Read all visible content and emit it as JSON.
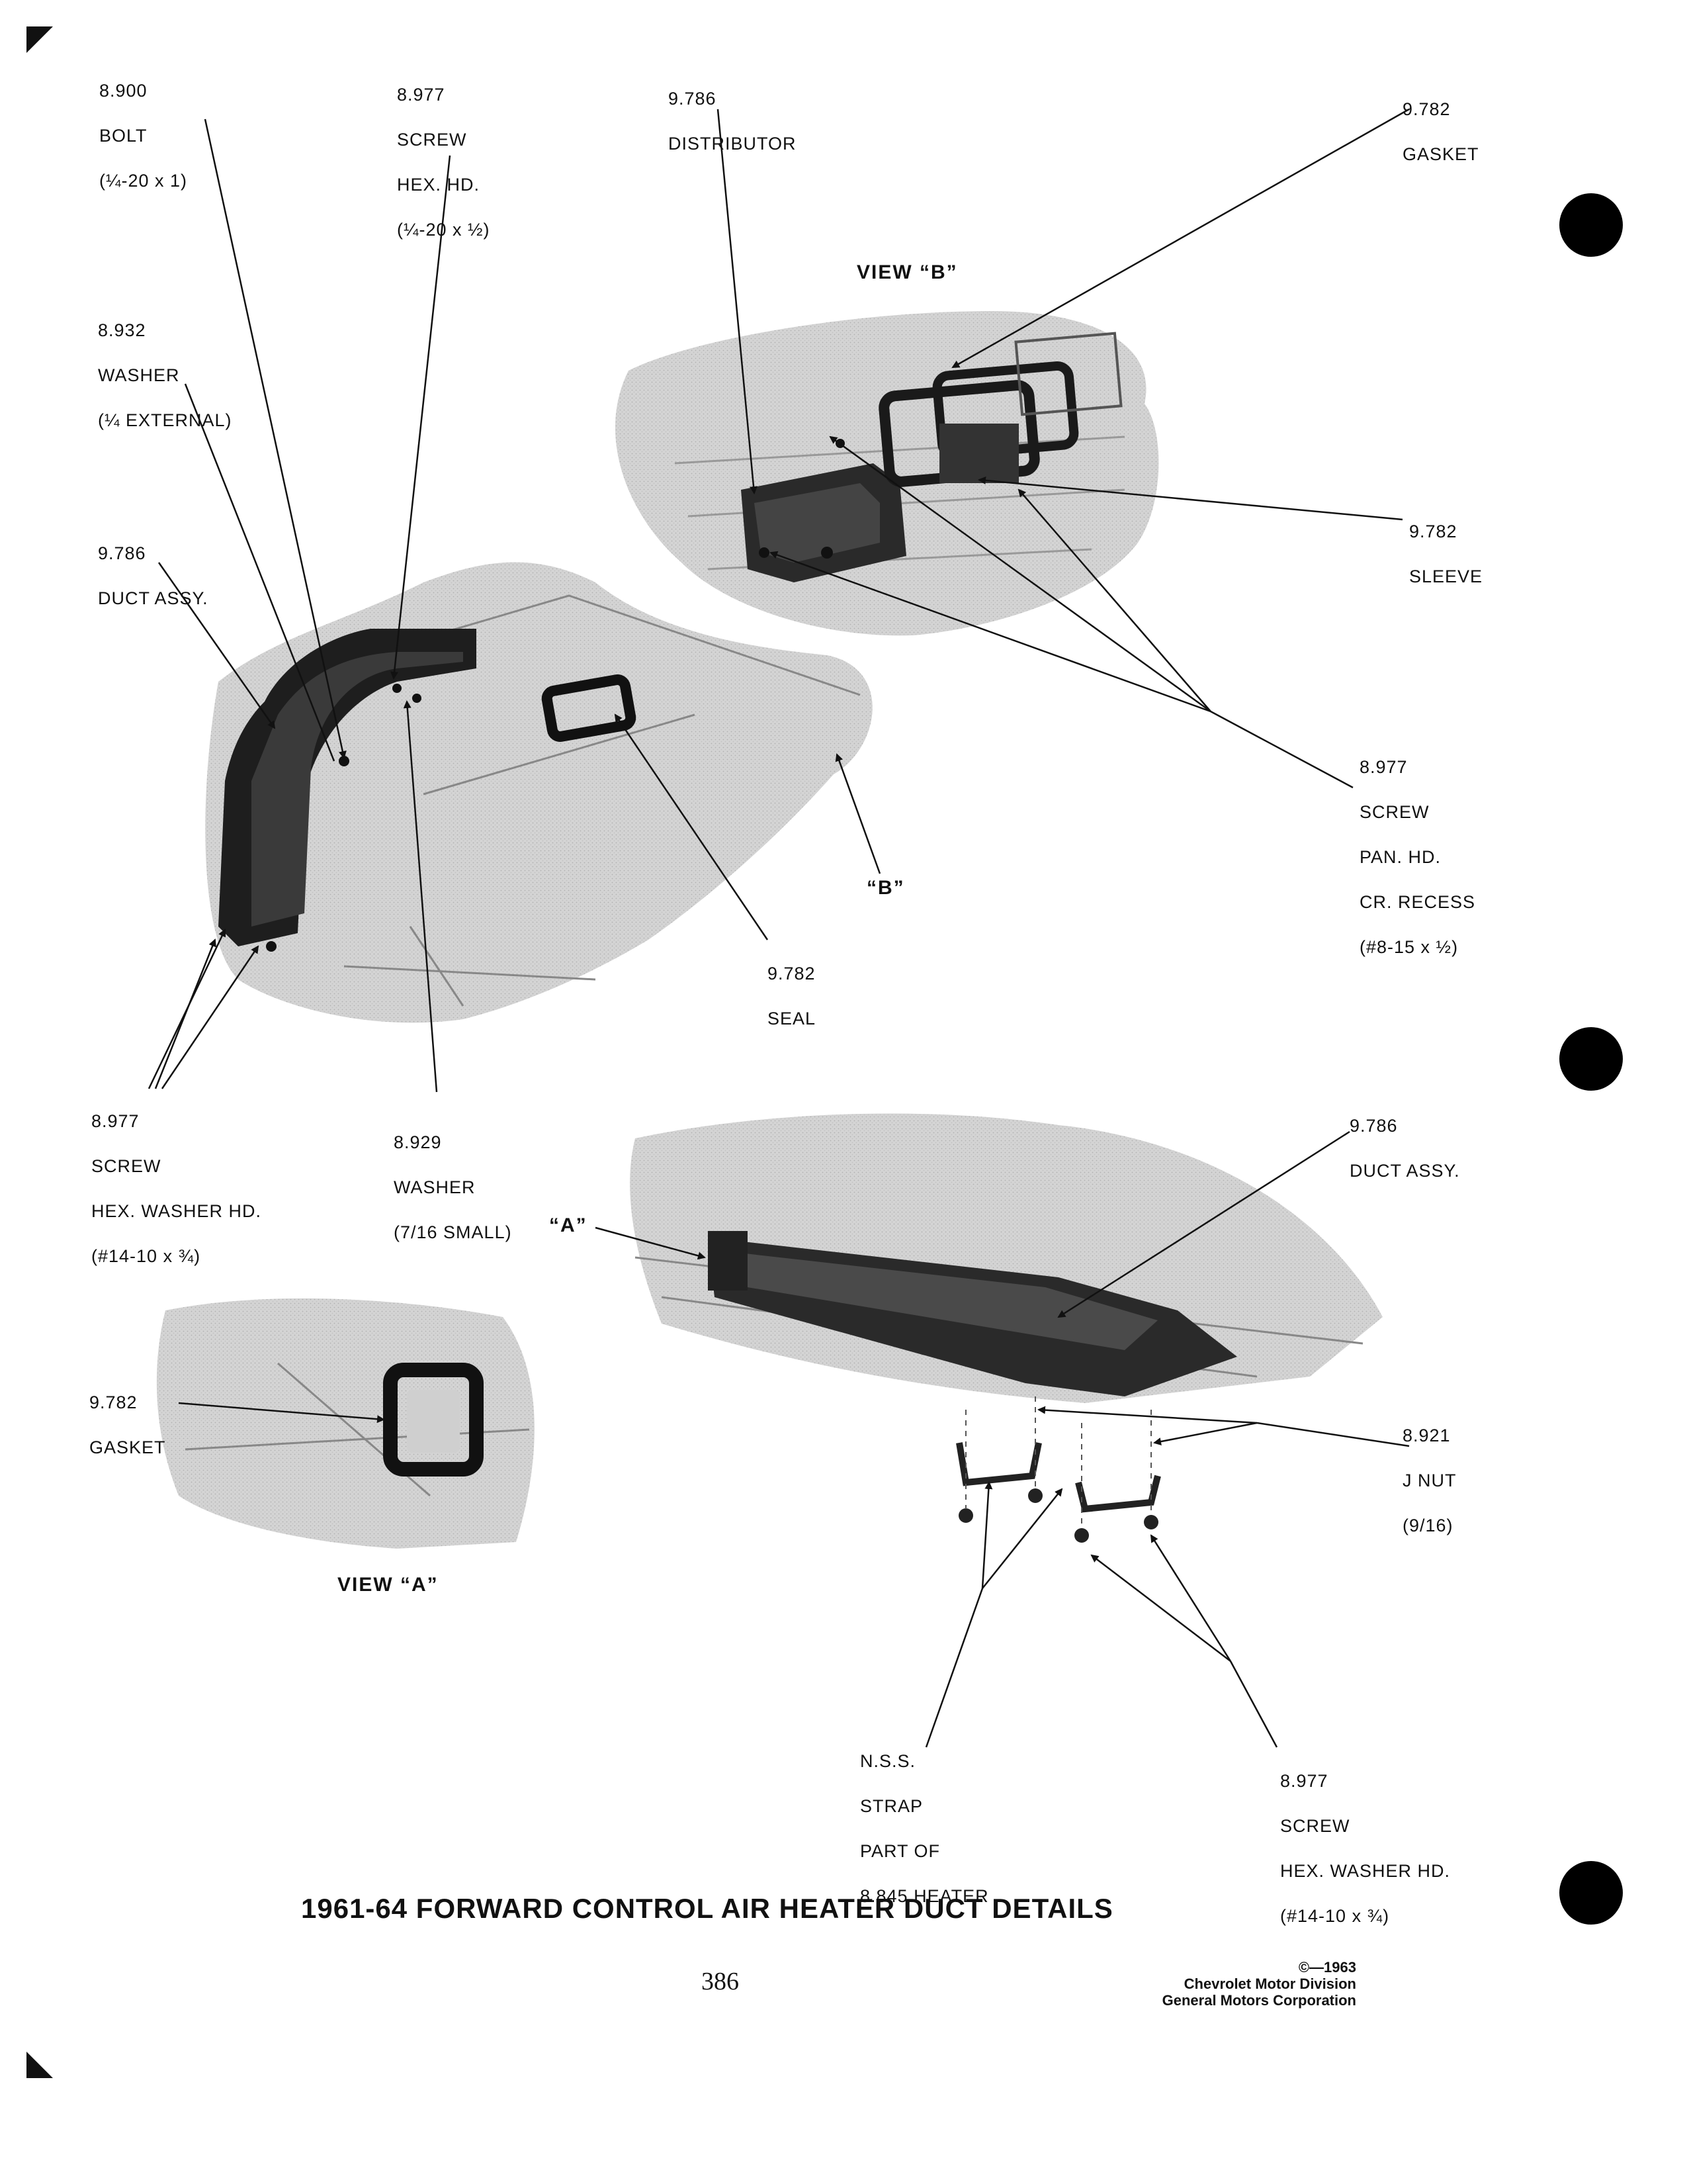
{
  "labels": {
    "bolt_8900": {
      "code": "8.900",
      "name": "BOLT",
      "spec": "(¼-20 x 1)"
    },
    "screw_8977_hex": {
      "code": "8.977",
      "name": "SCREW",
      "line2": "HEX. HD.",
      "spec": "(¼-20 x ½)"
    },
    "distributor_9786": {
      "code": "9.786",
      "name": "DISTRIBUTOR"
    },
    "gasket_9782_top": {
      "code": "9.782",
      "name": "GASKET"
    },
    "washer_8932": {
      "code": "8.932",
      "name": "WASHER",
      "spec": "(¼ EXTERNAL)"
    },
    "duct_assy_9786_left": {
      "code": "9.786",
      "name": "DUCT ASSY."
    },
    "sleeve_9782": {
      "code": "9.782",
      "name": "SLEEVE"
    },
    "screw_8977_pan": {
      "code": "8.977",
      "name": "SCREW",
      "line2": "PAN. HD.",
      "line3": "CR. RECESS",
      "spec": "(#8-15 x ½)"
    },
    "seal_9782": {
      "code": "9.782",
      "name": "SEAL"
    },
    "screw_8977_hexwasher_left": {
      "code": "8.977",
      "name": "SCREW",
      "line2": "HEX. WASHER HD.",
      "spec": "(#14-10 x ¾)"
    },
    "washer_8929": {
      "code": "8.929",
      "name": "WASHER",
      "spec": "(7/16 SMALL)"
    },
    "duct_assy_9786_right": {
      "code": "9.786",
      "name": "DUCT ASSY."
    },
    "gasket_9782_viewa": {
      "code": "9.782",
      "name": "GASKET"
    },
    "jnut_8921": {
      "code": "8.921",
      "name": "J NUT",
      "spec": "(9/16)"
    },
    "strap_nss": {
      "code": "N.S.S.",
      "name": "STRAP",
      "line2": "PART OF",
      "line3": "8.845 HEATER"
    },
    "screw_8977_hexwasher_right": {
      "code": "8.977",
      "name": "SCREW",
      "line2": "HEX. WASHER HD.",
      "spec": "(#14-10 x ¾)"
    }
  },
  "views": {
    "view_b": "VIEW “B”",
    "view_a": "VIEW “A”",
    "callout_b": "“B”",
    "callout_a": "“A”"
  },
  "title": "1961-64 FORWARD CONTROL AIR HEATER DUCT DETAILS",
  "page_number": "386",
  "copyright": {
    "line1": "©—1963",
    "line2": "Chevrolet Motor Division",
    "line3": "General Motors Corporation"
  }
}
